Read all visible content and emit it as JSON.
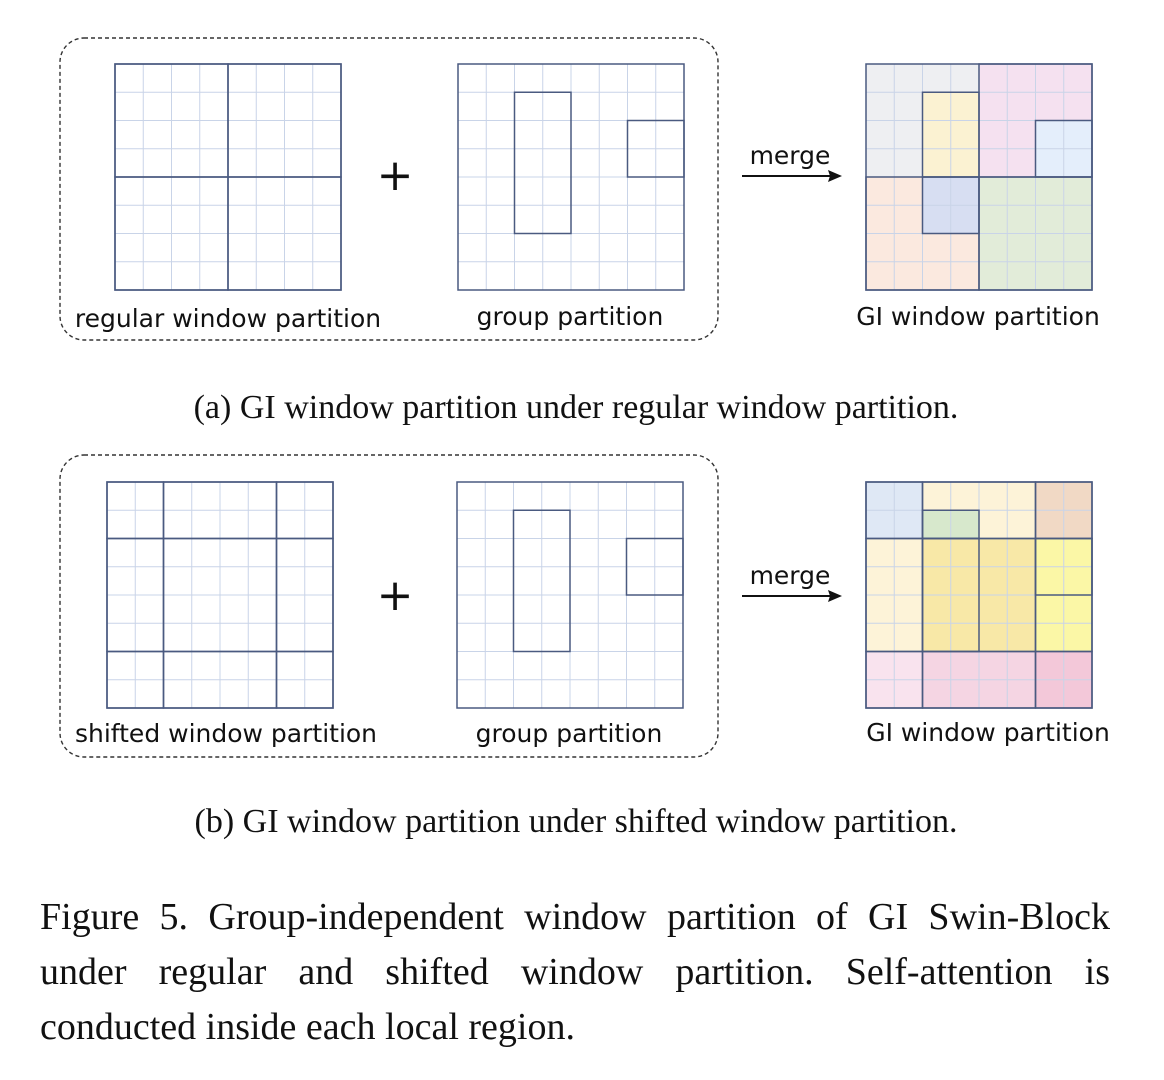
{
  "panel_a": {
    "left_label": "regular window partition",
    "middle_label": "group partition",
    "right_label": "GI window partition",
    "plus": "+",
    "merge": "merge",
    "caption": "(a) GI window partition under regular window partition."
  },
  "panel_b": {
    "left_label": "shifted window partition",
    "middle_label": "group partition",
    "right_label": "GI window partition",
    "plus": "+",
    "merge": "merge",
    "caption": "(b) GI window partition under shifted window partition."
  },
  "figure_caption": "Figure 5. Group-independent window partition of GI Swin-Block under regular and shifted window partition. Self-attention is conducted inside each local region.",
  "colors": {
    "fine_grid": "#c9d4e8",
    "outline": "#4a5a80",
    "dashed_border": "#333333",
    "region_gray": "#eeeff2",
    "region_pink": "#f5e1f0",
    "region_cream": "#fbf2d2",
    "region_blue_light": "#e4eefb",
    "region_peach": "#fbe9df",
    "region_lavender": "#d7def2",
    "region_green": "#e2ecd9",
    "region_blue_b": "#dfe8f5",
    "region_yellow_pale": "#fdf3d8",
    "region_brown": "#f1d9c5",
    "region_green_b": "#d7e8cc",
    "region_yellow": "#f8e8a7",
    "region_bright_yellow": "#fbf7a6",
    "region_pink_b": "#f5d5e3",
    "region_pink_light": "#f9e3ee",
    "region_pink_deep": "#f3c8d9"
  }
}
